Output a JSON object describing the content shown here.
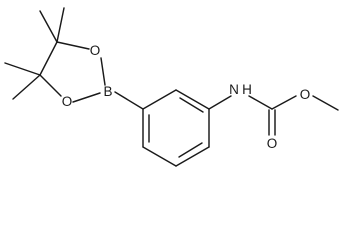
{
  "molecule": {
    "atoms": {
      "oxygen_top": "O",
      "oxygen_bottom": "O",
      "boron": "B",
      "nitrogen": "N",
      "hydrogen": "H",
      "oxygen_carbonyl": "O",
      "oxygen_ester": "O"
    }
  },
  "colors": {
    "bond": "#1a1a1a",
    "background": "#ffffff"
  }
}
